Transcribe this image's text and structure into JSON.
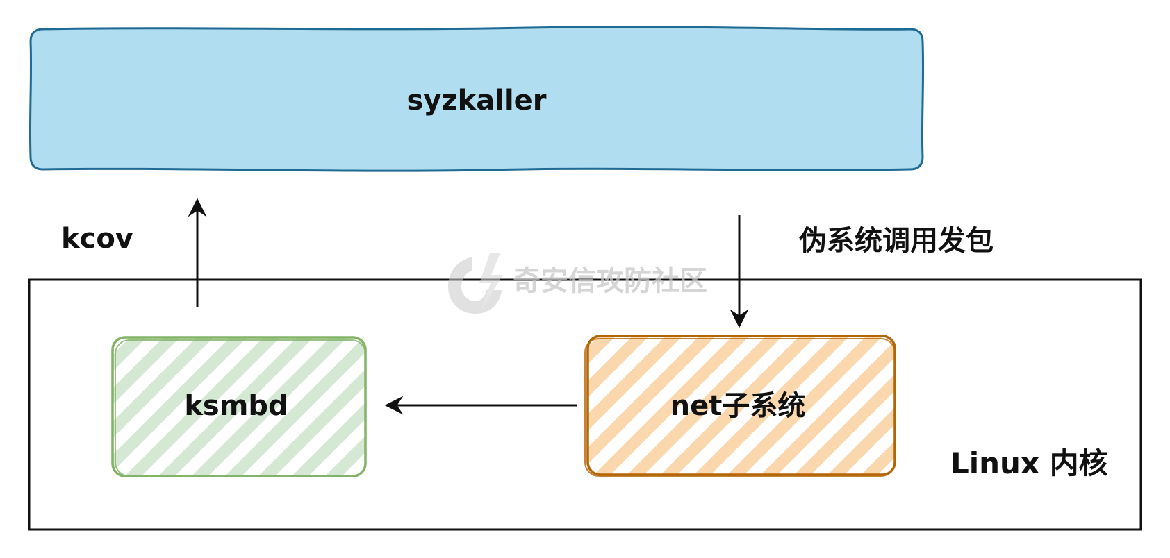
{
  "nodes": {
    "syzkaller": {
      "label": "syzkaller",
      "fill": "#b1ddf0",
      "stroke": "#1f6b94"
    },
    "ksmbd": {
      "label": "ksmbd",
      "fill": "#d5e8d4",
      "stroke": "#82b366"
    },
    "net_subsystem": {
      "label": "net子系统",
      "fill": "#fad7ac",
      "stroke": "#b46504"
    }
  },
  "container": {
    "label": "Linux 内核",
    "stroke": "#111111"
  },
  "edges": {
    "kcov": {
      "label": "kcov"
    },
    "fake_syscall": {
      "label": "伪系统调用发包"
    }
  },
  "watermark": {
    "text": "奇安信攻防社区",
    "color": "#c7c7c7"
  }
}
